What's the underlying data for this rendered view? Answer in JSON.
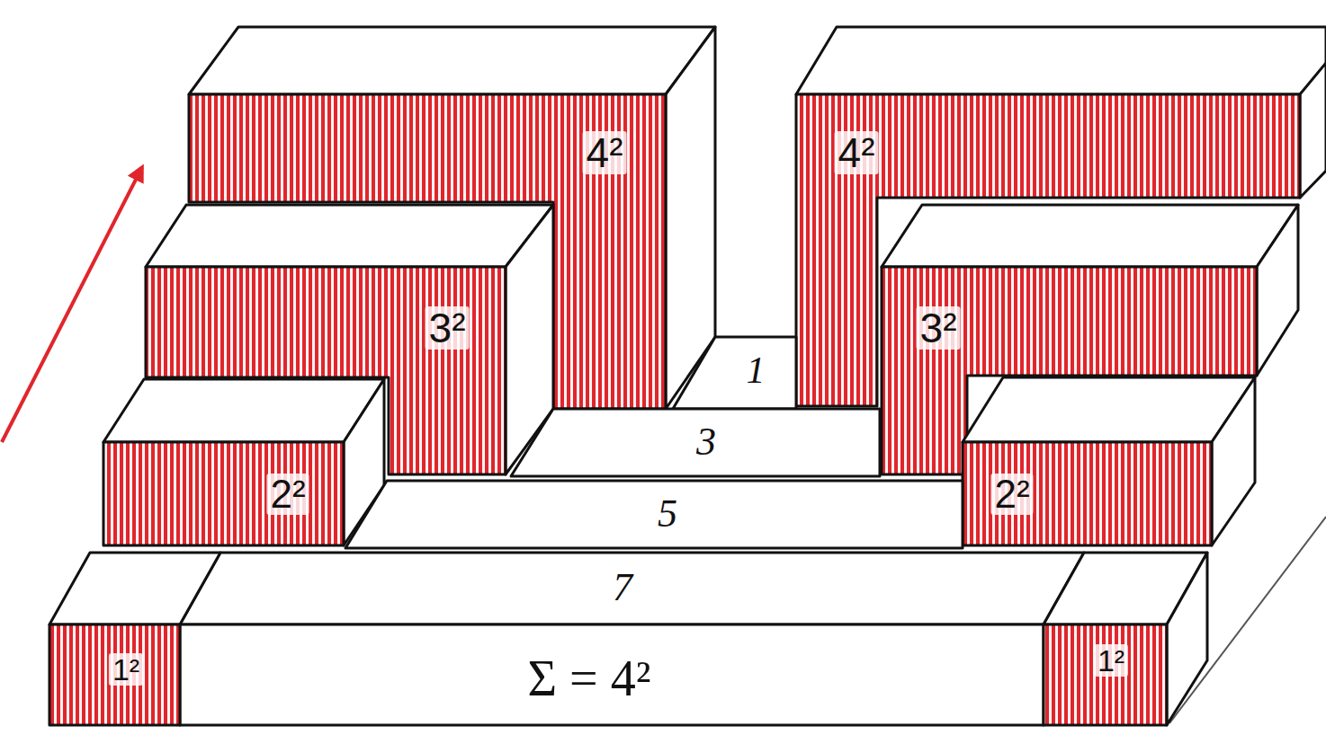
{
  "diagram": {
    "nodes": [
      {
        "text": [
          "4²"
        ]
      },
      {
        "text": [
          "4²"
        ]
      },
      {
        "text": [
          "1"
        ]
      },
      {
        "text": [
          "3²"
        ]
      },
      {
        "text": [
          "3²"
        ]
      },
      {
        "text": [
          "3"
        ]
      },
      {
        "text": [
          "2²"
        ]
      },
      {
        "text": [
          "5"
        ]
      },
      {
        "text": [
          "2²"
        ]
      },
      {
        "text": [
          "7"
        ]
      },
      {
        "text": [
          "1²"
        ]
      },
      {
        "text": [
          "Σ = 4²"
        ]
      },
      {
        "text": [
          "1²"
        ]
      }
    ]
  }
}
